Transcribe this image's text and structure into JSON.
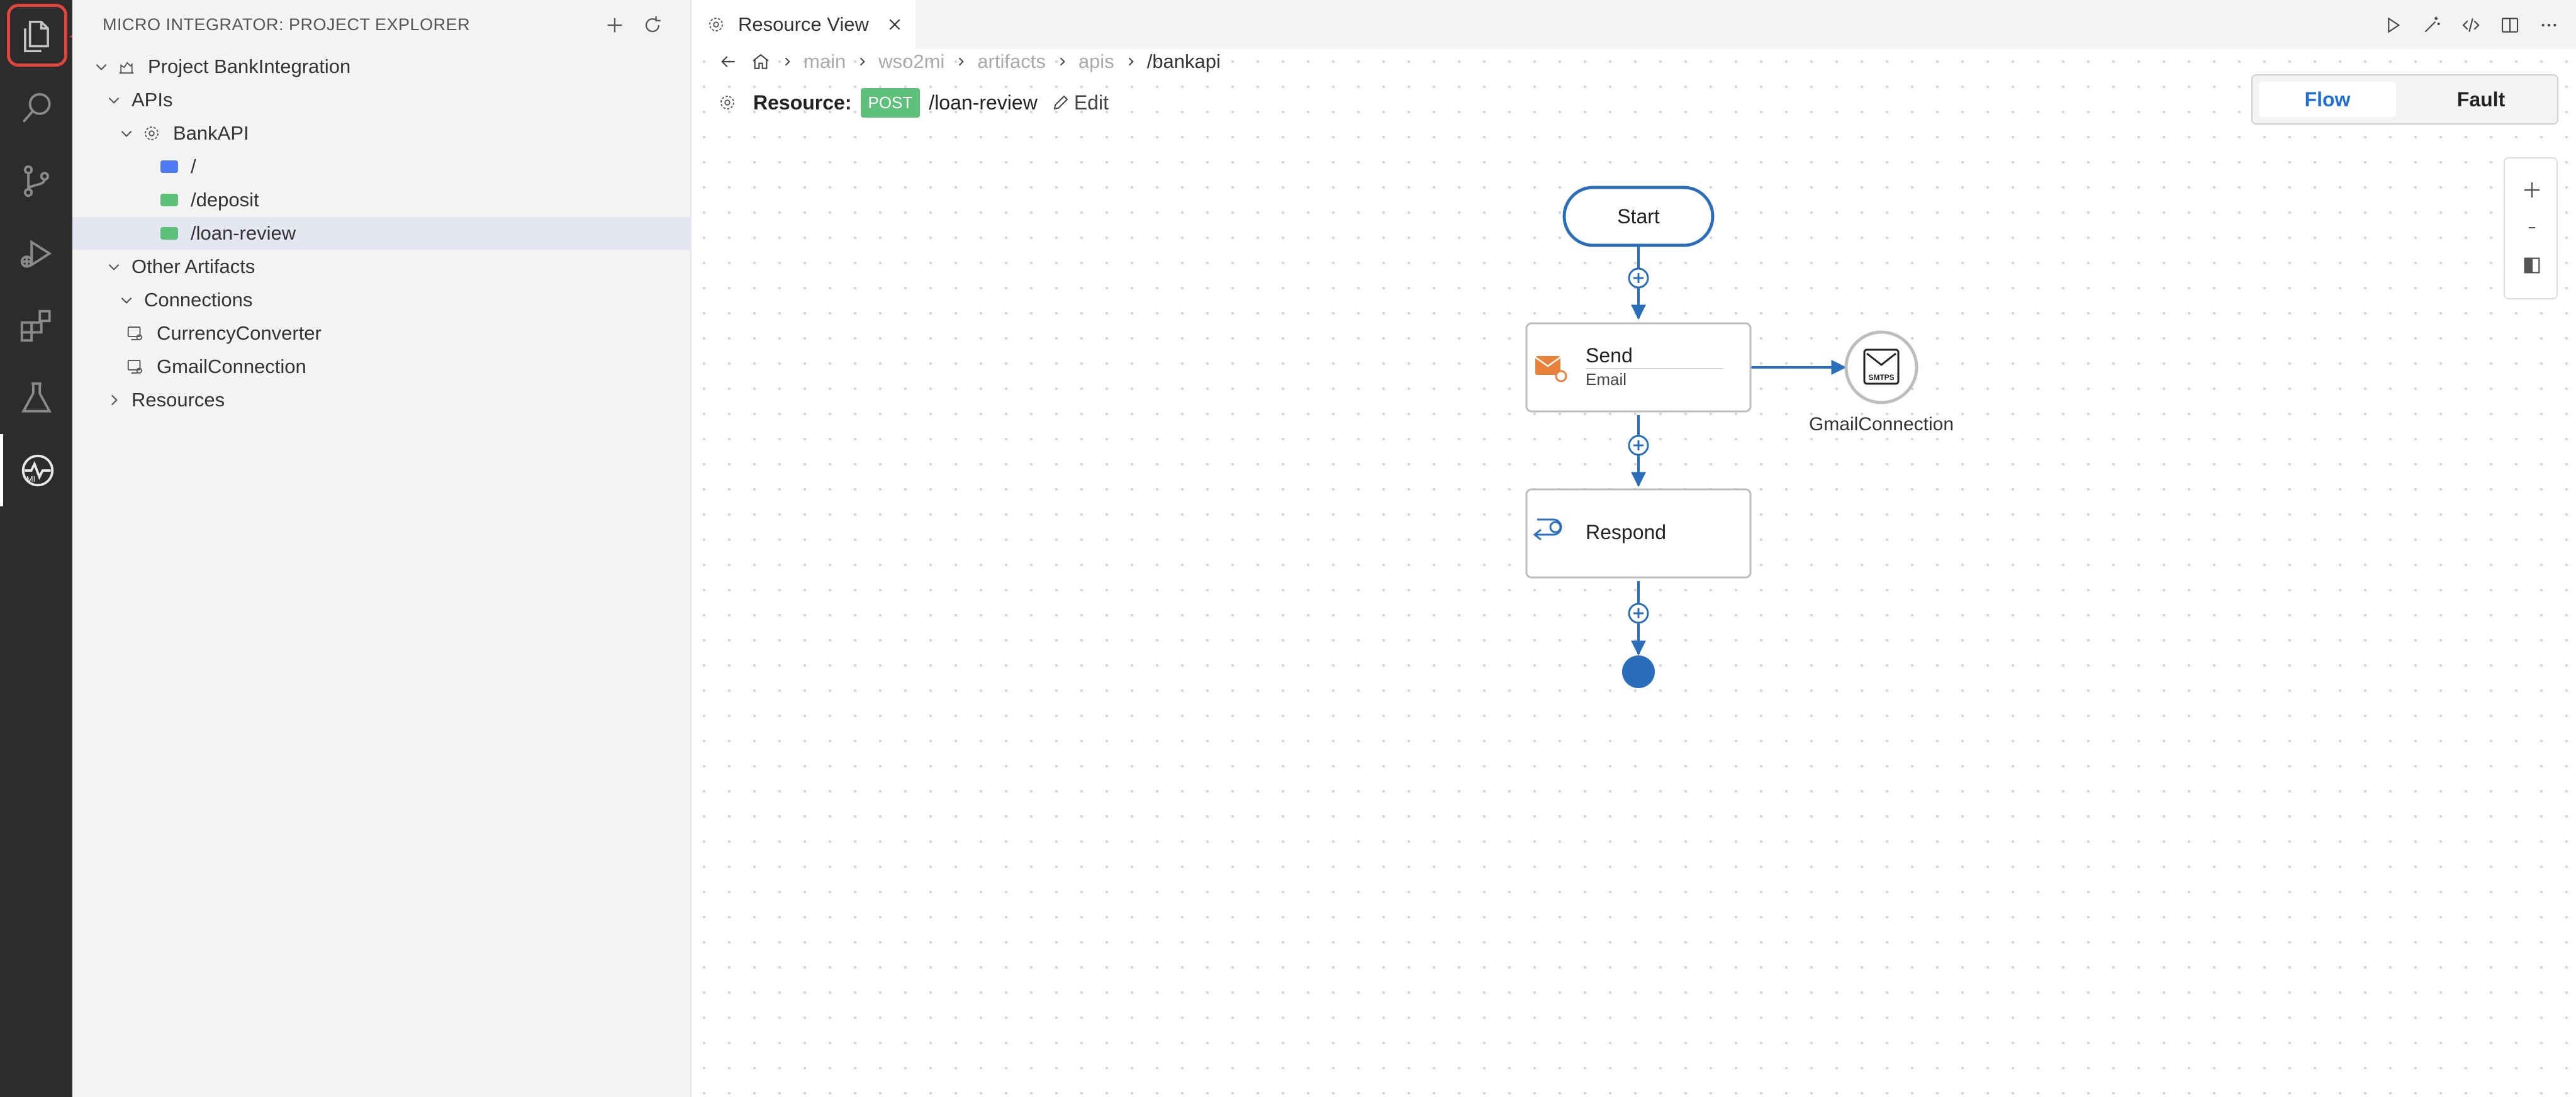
{
  "sidebar": {
    "title": "MICRO INTEGRATOR: PROJECT EXPLORER",
    "tree": [
      {
        "label": "Project BankIntegration",
        "kind": "project"
      },
      {
        "label": "APIs",
        "kind": "folder"
      },
      {
        "label": "BankAPI",
        "kind": "api"
      },
      {
        "label": "/",
        "kind": "resource-get"
      },
      {
        "label": "/deposit",
        "kind": "resource-post"
      },
      {
        "label": "/loan-review",
        "kind": "resource-post",
        "selected": true
      },
      {
        "label": "Other Artifacts",
        "kind": "folder"
      },
      {
        "label": "Connections",
        "kind": "folder"
      },
      {
        "label": "CurrencyConverter",
        "kind": "connection"
      },
      {
        "label": "GmailConnection",
        "kind": "connection"
      },
      {
        "label": "Resources",
        "kind": "folder-collapsed"
      }
    ]
  },
  "activity_bar": {
    "items": [
      "explorer-icon",
      "search-icon",
      "source-control-icon",
      "run-debug-icon",
      "extensions-icon",
      "testing-icon",
      "micro-integrator-icon"
    ],
    "mi_label": "MI"
  },
  "editor": {
    "tab_label": "Resource View",
    "breadcrumb": [
      "main",
      "wso2mi",
      "artifacts",
      "apis",
      "/bankapi"
    ],
    "resource_label": "Resource:",
    "method": "POST",
    "path": "/loan-review",
    "edit_label": "Edit",
    "view_toggle": {
      "flow": "Flow",
      "fault": "Fault",
      "active": "Flow"
    }
  },
  "flow": {
    "start_label": "Start",
    "send_title": "Send",
    "send_subtitle": "Email",
    "respond_label": "Respond",
    "connection_label": "GmailConnection",
    "connection_icon_text": "SMTPS"
  },
  "colors": {
    "accent": "#1f6fd6",
    "flow_line": "#2a6ebb",
    "post_badge": "#5dc17a",
    "get_badge": "#4d7cf4",
    "highlight": "#e0443a",
    "email_icon": "#e8823a"
  }
}
